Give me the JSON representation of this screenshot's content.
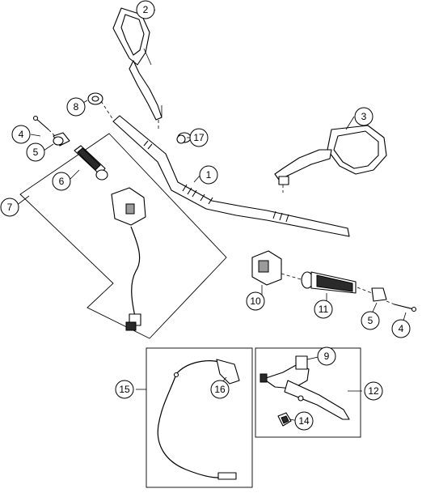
{
  "callouts": {
    "c1": "1",
    "c2": "2",
    "c3": "3",
    "c4a": "4",
    "c4b": "4",
    "c5a": "5",
    "c5b": "5",
    "c6": "6",
    "c7": "7",
    "c8": "8",
    "c9": "9",
    "c10": "10",
    "c11": "11",
    "c12": "12",
    "c14": "14",
    "c15": "15",
    "c16": "16",
    "c17": "17"
  }
}
